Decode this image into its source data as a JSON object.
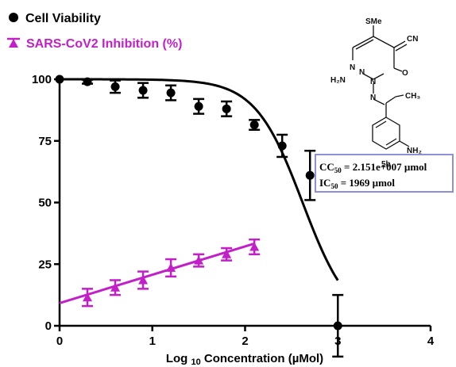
{
  "chart_data": {
    "type": "scatter",
    "xlabel": {
      "prefix": "Log ",
      "subscript": "10",
      "suffix": " Concentration (µMol)"
    },
    "xlim": [
      0,
      4
    ],
    "ylim": [
      0,
      100
    ],
    "xticks": [
      0,
      1,
      2,
      3,
      4
    ],
    "yticks": [
      0,
      25,
      50,
      75,
      100
    ],
    "series": [
      {
        "name": "Cell Viability",
        "color": "#000000",
        "marker": "circle",
        "points": [
          {
            "x": 0.0,
            "y": 100,
            "err": 0
          },
          {
            "x": 0.3,
            "y": 99,
            "err": 0.8
          },
          {
            "x": 0.6,
            "y": 97,
            "err": 2.5
          },
          {
            "x": 0.9,
            "y": 95.5,
            "err": 3
          },
          {
            "x": 1.2,
            "y": 94.5,
            "err": 3
          },
          {
            "x": 1.5,
            "y": 89,
            "err": 3
          },
          {
            "x": 1.8,
            "y": 88,
            "err": 3
          },
          {
            "x": 2.1,
            "y": 81.5,
            "err": 2
          },
          {
            "x": 2.4,
            "y": 73,
            "err": 4.5
          },
          {
            "x": 2.7,
            "y": 61,
            "err": 10
          },
          {
            "x": 3.0,
            "y": 0,
            "err": 12.5
          }
        ],
        "fit": {
          "top": 100,
          "logx50": 2.62,
          "hill": 1.7,
          "xmin": 0,
          "xmax": 3.0
        }
      },
      {
        "name": "SARS-CoV2 Inhibition (%)",
        "color": "#c21fc9",
        "marker": "triangle",
        "points": [
          {
            "x": 0.3,
            "y": 11.5,
            "err": 3.5
          },
          {
            "x": 0.6,
            "y": 15.5,
            "err": 3
          },
          {
            "x": 0.9,
            "y": 18.5,
            "err": 3.5
          },
          {
            "x": 1.2,
            "y": 23.5,
            "err": 3.5
          },
          {
            "x": 1.5,
            "y": 26.5,
            "err": 2.5
          },
          {
            "x": 1.8,
            "y": 29,
            "err": 2.5
          },
          {
            "x": 2.1,
            "y": 32,
            "err": 3
          }
        ],
        "fit": {
          "y0": 9.2,
          "slope": 11.5,
          "xmin": 0,
          "xmax": 2.1
        }
      }
    ],
    "annotation": {
      "cc50": {
        "prefix": "CC",
        "sub": "50",
        "value": " = 2.151e+007 µmol"
      },
      "ic50": {
        "prefix": "IC",
        "sub": "50",
        "value": " = 1969 µmol"
      },
      "border_color": "#8f8fd6"
    },
    "molecule": {
      "compound_label": "5b",
      "substituents": {
        "sme": "SMe",
        "cn": "CN",
        "h2n": "H₂N",
        "n1": "N",
        "n2": "N",
        "n3": "N",
        "n4": "N",
        "o": "O",
        "ch3": "CH₃",
        "nh2": "NH₂"
      }
    }
  }
}
